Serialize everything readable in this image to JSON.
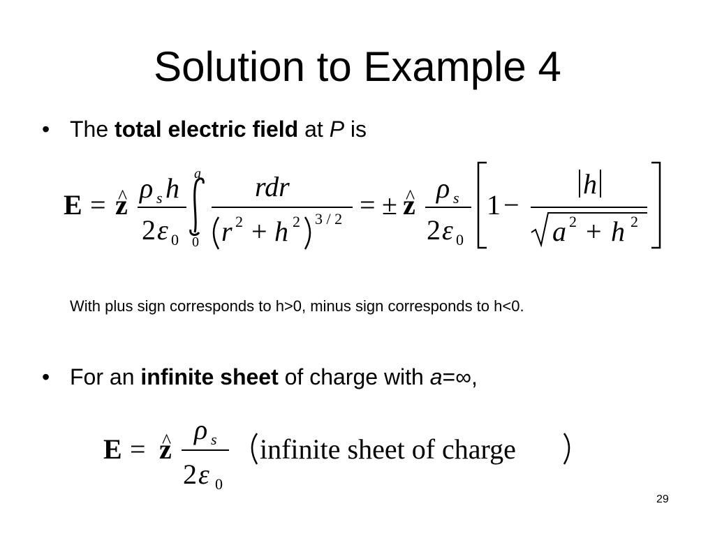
{
  "slide": {
    "title": "Solution to Example 4",
    "page_number": "29"
  },
  "bullet1": {
    "marker": "•",
    "pre": "The",
    "bold": "total electric field",
    "mid": "at",
    "italic": "P",
    "post": "is"
  },
  "note": "With plus sign corresponds to h>0, minus sign corresponds to h<0.",
  "bullet2": {
    "marker": "•",
    "pre": "For an",
    "bold": "infinite sheet",
    "mid": "of charge with",
    "italic": "a",
    "post": "=∞,"
  },
  "eq2": {
    "paren_text": "infinite sheet of charge"
  }
}
